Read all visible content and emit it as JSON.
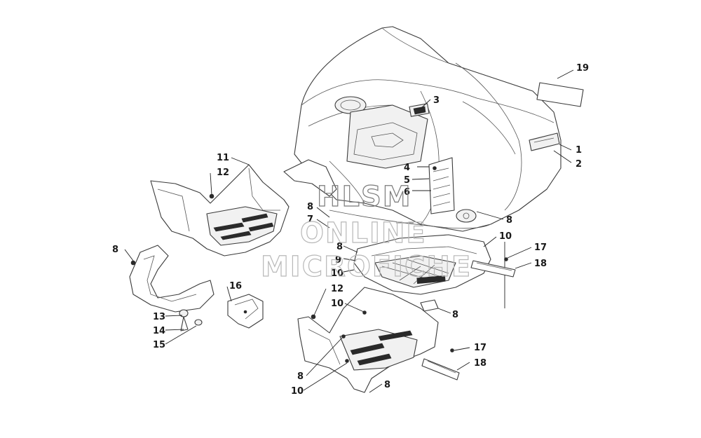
{
  "watermark": {
    "line1": "HLSM",
    "line2": "ONLINE",
    "line3": "MICROFICHE"
  },
  "callouts": [
    "19",
    "3",
    "1",
    "2",
    "4",
    "5",
    "6",
    "8",
    "7",
    "8",
    "10",
    "17",
    "18",
    "11",
    "12",
    "8",
    "9",
    "10",
    "12",
    "10",
    "16",
    "8",
    "13",
    "14",
    "15",
    "17",
    "18",
    "8",
    "10",
    "8"
  ]
}
